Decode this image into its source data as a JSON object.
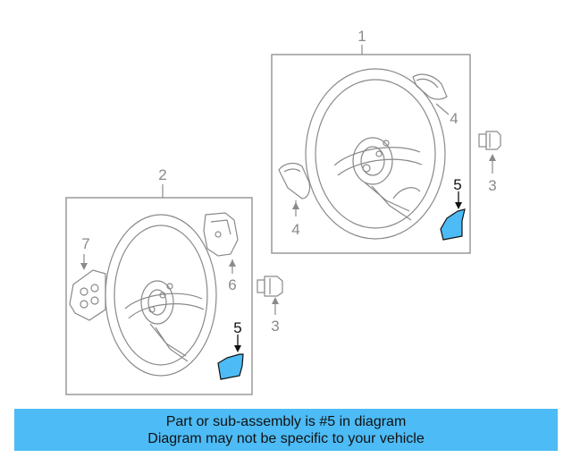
{
  "diagram": {
    "callouts": {
      "part1": "1",
      "part2": "2",
      "part3_upper": "3",
      "part3_lower": "3",
      "part4_upper": "4",
      "part4_lower": "4",
      "part5_upper": "5",
      "part5_lower": "5",
      "part6": "6",
      "part7": "7"
    },
    "colors": {
      "highlight": "#4dbbf5",
      "line": "#8a8a8a",
      "highlight_text": "#111111"
    }
  },
  "caption": {
    "line1": "Part or sub-assembly is #5 in diagram",
    "line2": "Diagram may not be specific to your vehicle",
    "background": "#4dbbf5"
  }
}
